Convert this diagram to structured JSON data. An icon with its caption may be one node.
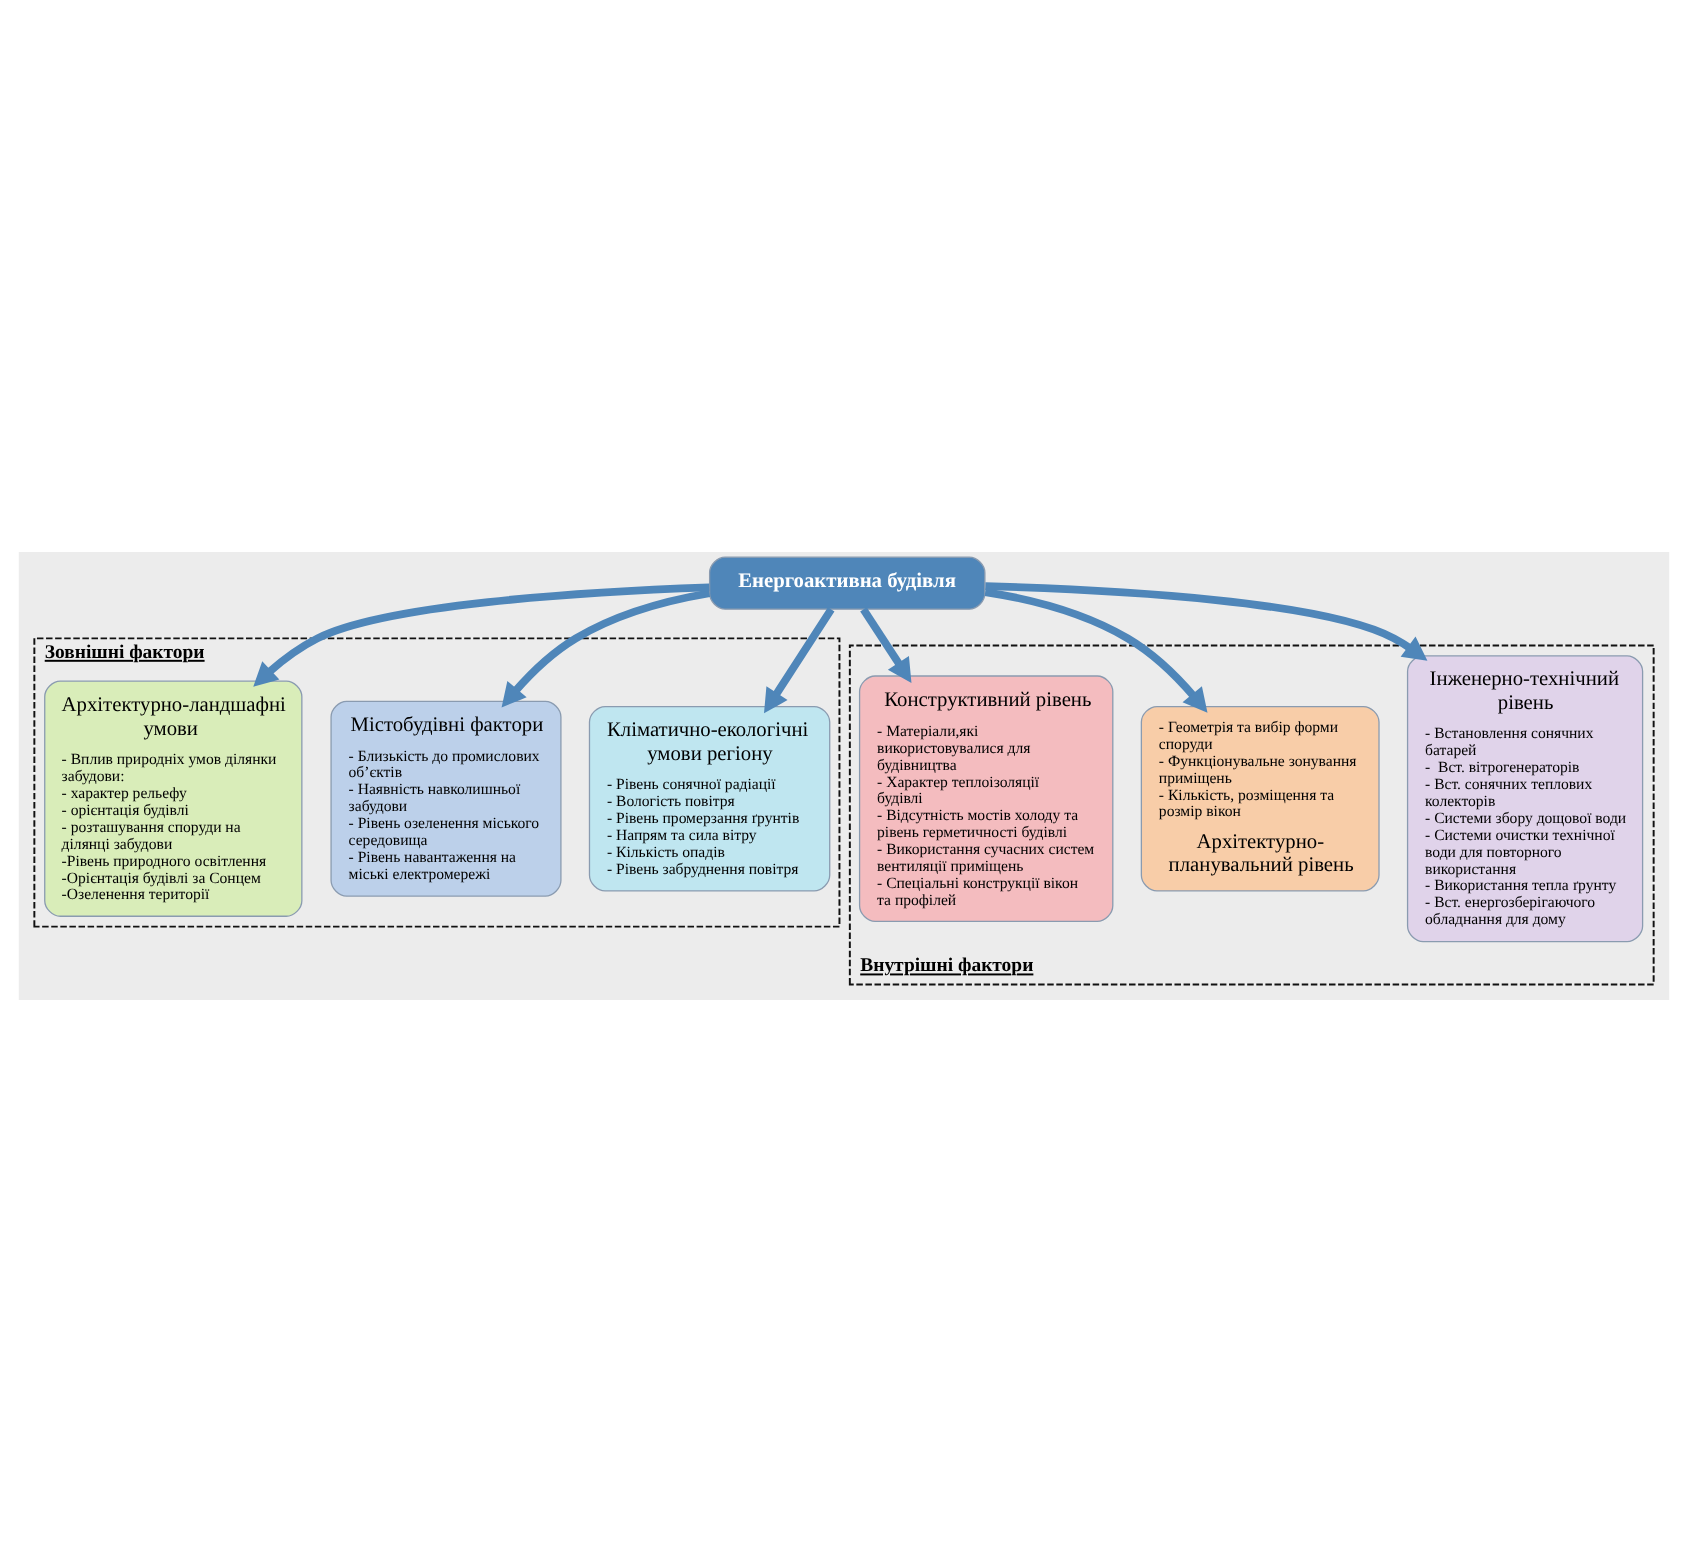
{
  "diagram": {
    "nodes": [
      {
        "text": [
          "Зовнішні фактори"
        ]
      },
      {
        "text": [
          "Кліматично-екологічні умови регіону",
          "- Рівень сонячної радіації",
          "- Вологість повітря",
          "- Рівень промерзання ґрунтів",
          "- Напрям та сила вітру",
          "- Кількість опадів",
          "- Рівень забруднення повітря"
        ],
        "in": 0
      },
      {
        "text": [
          "Містобудівні фактори",
          "- Близькість до промислових об’єктів",
          "- Наявність навколишньої забудови",
          "- Рівень озеленення міського середовища",
          "- Рівень навантаження на міські електромережі"
        ],
        "in": 0
      },
      {
        "text": [
          "Архітектурно-ландшафні умови",
          "- Вплив природніх умов ділянки забудови:",
          "- характер рельефу",
          "- орієнтація будівлі",
          "- розташування споруди на ділянці забудови",
          "-Рівень природного освітлення",
          "-Орієнтація будівлі за Сонцем",
          "-Озеленення території"
        ],
        "in": 0
      },
      {
        "text": [
          "Енергоактивна будівля"
        ]
      },
      {
        "text": [
          "Внутрішні фактори"
        ]
      },
      {
        "text": [
          "Інженерно-технічний рівень",
          "- Встановлення сонячних батарей",
          "-  Вст. вітрогенераторів",
          "- Вст. сонячних теплових колекторів",
          "- Системи збору дощової води",
          "- Системи очистки технічної води для повторного використання",
          "- Використання тепла ґрунту",
          "- Вст. енергозберігаючого обладнання для дому"
        ],
        "in": 5
      },
      {
        "text": [
          "- Геометрія та вибір форми споруди",
          "- Функціонувальне зонування приміщень",
          "- Кількість, розміщення та розмір вікон",
          "Архітектурно-планувальний рівень"
        ],
        "in": 5
      },
      {
        "text": [
          "Конструктивний рівень",
          "- Матеріали,які використовувалися для будівництва",
          "- Характер теплоізоляції будівлі",
          "- Відсутність мостів холоду та рівень герметичності будівлі",
          "- Використання сучасних систем вентиляції приміщень",
          "- Спеціальні конструкції вікон та профілей"
        ],
        "in": 5
      }
    ],
    "edges": [
      {
        "from": 4,
        "to": 1,
        "arrow": "to"
      },
      {
        "from": 4,
        "to": 2,
        "arrow": "to"
      },
      {
        "from": 4,
        "to": 3,
        "arrow": "to"
      },
      {
        "from": 4,
        "to": 7,
        "arrow": "to"
      },
      {
        "from": 4,
        "to": 6,
        "arrow": "to"
      },
      {
        "from": 4,
        "to": 8,
        "arrow": "to"
      }
    ]
  }
}
